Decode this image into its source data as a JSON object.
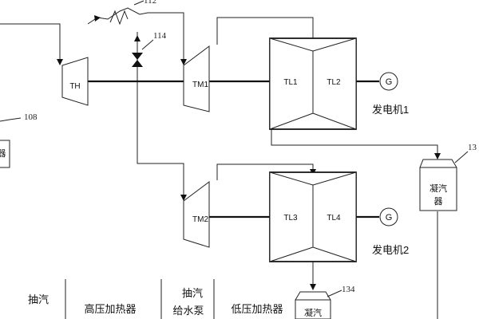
{
  "turbines": {
    "th": "TH",
    "tm1": "TM1",
    "tm2": "TM2",
    "tl1": "TL1",
    "tl2": "TL2",
    "tl3": "TL3",
    "tl4": "TL4"
  },
  "generators": {
    "g1_symbol": "G",
    "g2_symbol": "G",
    "g1_label": "发电机1",
    "g2_label": "发电机2"
  },
  "condensers": {
    "right_line1": "凝汽",
    "right_line2": "器",
    "bottom_line1": "凝汽"
  },
  "left_box_partial": "器",
  "refs": {
    "r108": "108",
    "r112": "112",
    "r114": "114",
    "r13x": "13",
    "r134": "134"
  },
  "bottom_labels": {
    "extract_1": "抽汽",
    "hp_heater": "高压加热器",
    "extract_2": "抽汽",
    "feed_pump": "给水泵",
    "lp_heater": "低压加热器"
  }
}
